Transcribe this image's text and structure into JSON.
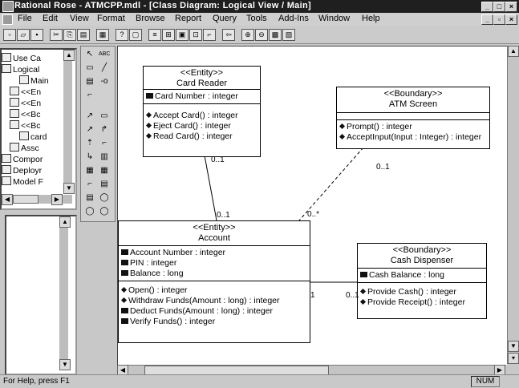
{
  "title_bar": {
    "title": "Rational Rose - ATMCPP.mdl - [Class Diagram: Logical View / Main]"
  },
  "menu": [
    {
      "label": "File"
    },
    {
      "label": "Edit"
    },
    {
      "label": "View"
    },
    {
      "label": "Format"
    },
    {
      "label": "Browse"
    },
    {
      "label": "Report"
    },
    {
      "label": "Query"
    },
    {
      "label": "Tools"
    },
    {
      "label": "Add-Ins"
    },
    {
      "label": "Window"
    },
    {
      "label": "Help"
    }
  ],
  "toolbar_icons": [
    "new-icon",
    "open-icon",
    "save-icon",
    "cut-icon",
    "copy-icon",
    "paste-icon",
    "print-icon",
    "help-icon",
    "context-help-icon",
    "browse-class-icon",
    "browse-interaction-icon",
    "browse-component-icon",
    "browse-deployment-icon",
    "browse-parent-icon",
    "browse-previous-icon",
    "zoom-in-icon",
    "zoom-out-icon",
    "fit-window-icon",
    "undo-fit-icon"
  ],
  "browser": {
    "items": [
      {
        "label": "Use Ca",
        "icon": "folder-icon"
      },
      {
        "label": "Logical",
        "icon": "folder-icon"
      },
      {
        "label": "Main",
        "icon": "diagram-icon"
      },
      {
        "label": "<<En",
        "icon": "entity-icon"
      },
      {
        "label": "<<En",
        "icon": "entity-icon"
      },
      {
        "label": "<<Bc",
        "icon": "boundary-icon"
      },
      {
        "label": "<<Bc",
        "icon": "boundary-icon"
      },
      {
        "label": "card",
        "icon": "class-icon"
      },
      {
        "label": "Assc",
        "icon": "association-icon"
      },
      {
        "label": "Compor",
        "icon": "folder-icon"
      },
      {
        "label": "Deployr",
        "icon": "deployment-icon"
      },
      {
        "label": "Model F",
        "icon": "folder-icon"
      }
    ]
  },
  "palette_icons": [
    "selection-arrow-icon",
    "text-icon",
    "note-icon",
    "anchor-icon",
    "class-icon",
    "interface-icon",
    "association-icon",
    "aggregation-icon",
    "generalization-icon",
    "dependency-icon",
    "package-icon",
    "realize-icon",
    "parameterized-class-icon",
    "class-utility-icon",
    "instantiated-class-icon",
    "actor-icon",
    "use-case-icon",
    "boundary-icon",
    "entity-icon",
    "control-icon"
  ],
  "classes": {
    "card_reader": {
      "stereotype": "<<Entity>>",
      "name": "Card Reader",
      "attributes": [
        "Card Number : integer"
      ],
      "operations": [
        "Accept Card() : integer",
        "Eject Card() : integer",
        "Read Card() : integer"
      ]
    },
    "atm_screen": {
      "stereotype": "<<Boundary>>",
      "name": "ATM Screen",
      "attributes": [],
      "operations": [
        "Prompt() : integer",
        "AcceptInput(Input : Integer) : integer"
      ]
    },
    "account": {
      "stereotype": "<<Entity>>",
      "name": "Account",
      "attributes": [
        "Account Number : integer",
        "PIN : integer",
        "Balance : long"
      ],
      "operations": [
        "Open() : integer",
        "Withdraw Funds(Amount : long) : integer",
        "Deduct Funds(Amount : long) : integer",
        "Verify Funds() : integer"
      ]
    },
    "cash_dispenser": {
      "stereotype": "<<Boundary>>",
      "name": "Cash Dispenser",
      "attributes": [
        "Cash Balance : long"
      ],
      "operations": [
        "Provide Cash() : integer",
        "Provide Receipt() : integer"
      ]
    }
  },
  "multiplicities": {
    "cr_end": "0..1",
    "acc_top_end": "0..1",
    "atm_end": "0..1",
    "acc_right_top_end": "0..*",
    "acc_cash_end": "1",
    "cash_end": "0..1"
  },
  "status": {
    "message": "For Help, press F1",
    "num": "NUM"
  }
}
